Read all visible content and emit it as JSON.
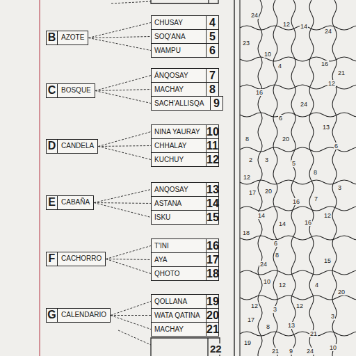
{
  "diagram": {
    "nodes": [
      {
        "text": [
          "B",
          "AZOTE"
        ]
      },
      {
        "text": [
          "CHUSAY",
          "4"
        ]
      },
      {
        "text": [
          "SOQ'ANA",
          "5"
        ]
      },
      {
        "text": [
          "WAMPU",
          "6"
        ]
      },
      {
        "text": [
          "C",
          "BOSQUE"
        ]
      },
      {
        "text": [
          "ÁNQOSAY",
          "7"
        ]
      },
      {
        "text": [
          "MACHAY",
          "8"
        ]
      },
      {
        "text": [
          "SACH'ALLISQA",
          "9"
        ]
      },
      {
        "text": [
          "D",
          "CANDELA"
        ]
      },
      {
        "text": [
          "NINA YAURAY",
          "10"
        ]
      },
      {
        "text": [
          "CHHALAY",
          "11"
        ]
      },
      {
        "text": [
          "KUCHUY",
          "12"
        ]
      },
      {
        "text": [
          "E",
          "CABAÑA"
        ]
      },
      {
        "text": [
          "ANQOSAY",
          "13"
        ]
      },
      {
        "text": [
          "ASTANA",
          "14"
        ]
      },
      {
        "text": [
          "ISKU",
          "15"
        ]
      },
      {
        "text": [
          "F",
          "CACHORRO"
        ]
      },
      {
        "text": [
          "T'INI",
          "16"
        ]
      },
      {
        "text": [
          "AYA",
          "17"
        ]
      },
      {
        "text": [
          "QHOTO",
          "18"
        ]
      },
      {
        "text": [
          "G",
          "CALENDARIO"
        ]
      },
      {
        "text": [
          "QOLLANA",
          "19"
        ]
      },
      {
        "text": [
          "WATA QATINA",
          "20"
        ]
      },
      {
        "text": [
          "MACHAY",
          "21"
        ]
      }
    ],
    "edges": [
      {
        "from": 0,
        "to": 1,
        "arrow": "none"
      },
      {
        "from": 0,
        "to": 2,
        "arrow": "none"
      },
      {
        "from": 0,
        "to": 3,
        "arrow": "none"
      },
      {
        "from": 4,
        "to": 5,
        "arrow": "none"
      },
      {
        "from": 4,
        "to": 6,
        "arrow": "none"
      },
      {
        "from": 4,
        "to": 7,
        "arrow": "none"
      },
      {
        "from": 8,
        "to": 9,
        "arrow": "none"
      },
      {
        "from": 8,
        "to": 10,
        "arrow": "none"
      },
      {
        "from": 8,
        "to": 11,
        "arrow": "none"
      },
      {
        "from": 12,
        "to": 13,
        "arrow": "none"
      },
      {
        "from": 12,
        "to": 14,
        "arrow": "none"
      },
      {
        "from": 12,
        "to": 15,
        "arrow": "none"
      },
      {
        "from": 16,
        "to": 17,
        "arrow": "none"
      },
      {
        "from": 16,
        "to": 18,
        "arrow": "none"
      },
      {
        "from": 16,
        "to": 19,
        "arrow": "none"
      },
      {
        "from": 20,
        "to": 21,
        "arrow": "none"
      },
      {
        "from": 20,
        "to": 22,
        "arrow": "none"
      },
      {
        "from": 20,
        "to": 23,
        "arrow": "none"
      }
    ],
    "labels": [
      "24",
      "12",
      "14",
      "24",
      "23",
      "10",
      "4",
      "16",
      "21",
      "12",
      "16",
      "24",
      "6",
      "13",
      "8",
      "20",
      "6",
      "2",
      "3",
      "5",
      "8",
      "17",
      "20",
      "12",
      "16",
      "7",
      "3",
      "18",
      "14",
      "14",
      "16",
      "12",
      "6",
      "8",
      "24",
      "15",
      "10",
      "12",
      "4",
      "20",
      "12",
      "3",
      "12",
      "3",
      "19",
      "8",
      "13",
      "21",
      "24",
      "10",
      "9",
      "21",
      "17",
      "22"
    ]
  }
}
